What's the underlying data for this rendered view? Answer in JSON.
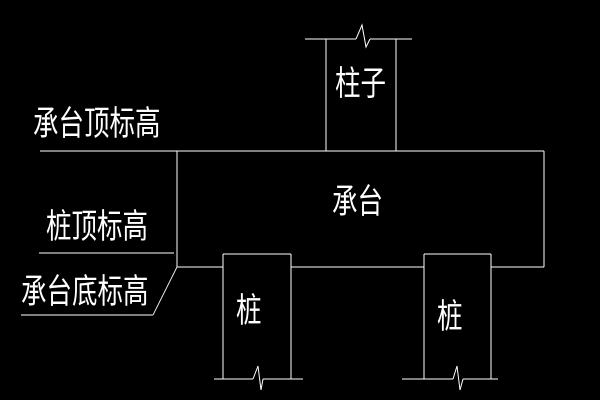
{
  "drawing": {
    "background_color": "#000000",
    "line_color": "#ffffff",
    "elevation_labels": {
      "cap_top": "承台顶标高",
      "pile_top": "桩顶标高",
      "cap_bottom": "承台底标高"
    },
    "part_labels": {
      "column": "柱子",
      "pile_cap": "承台",
      "left_pile": "桩",
      "right_pile": "桩"
    }
  }
}
